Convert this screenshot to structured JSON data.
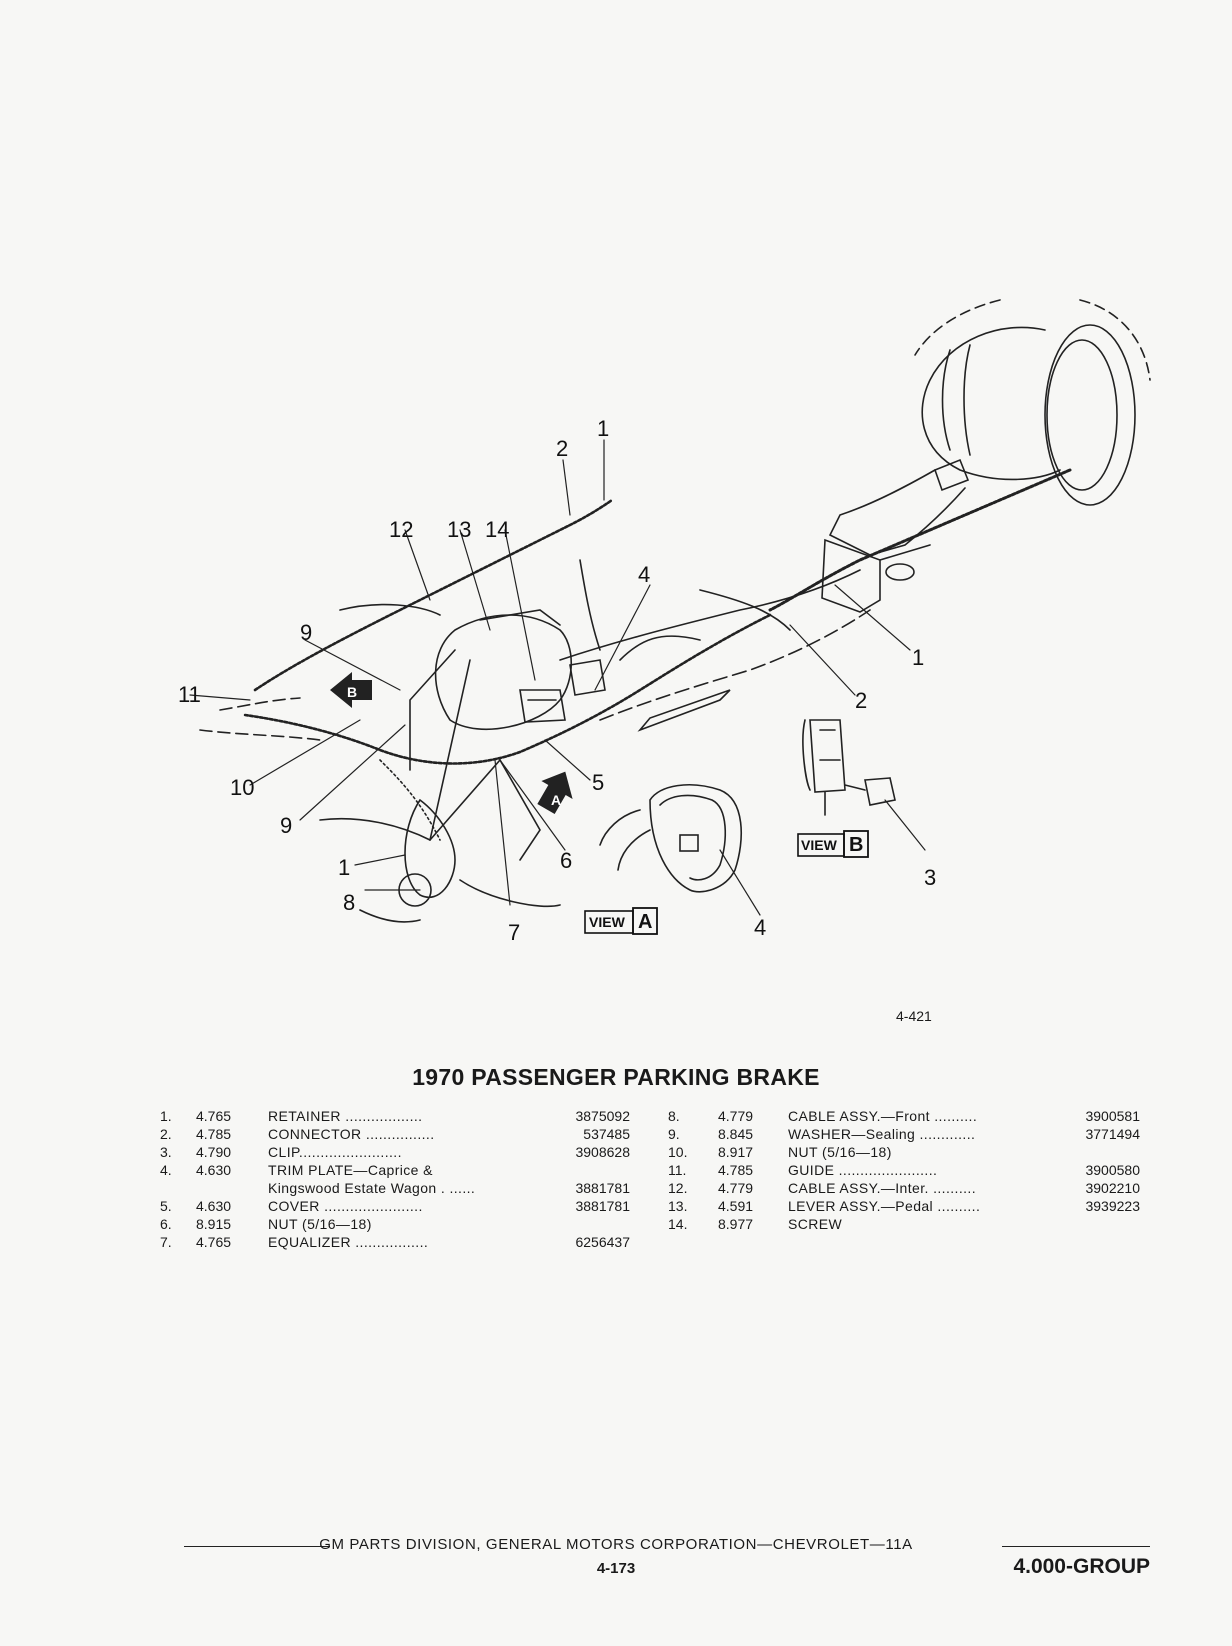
{
  "figure_code": "4-421",
  "title": "1970 PASSENGER PARKING BRAKE",
  "callouts": [
    "1",
    "2",
    "3",
    "4",
    "5",
    "6",
    "7",
    "8",
    "9",
    "10",
    "11",
    "12",
    "13",
    "14"
  ],
  "views": {
    "a_word": "VIEW",
    "a_letter": "A",
    "b_word": "VIEW",
    "b_letter": "B",
    "arrow_a": "A",
    "arrow_b": "B"
  },
  "parts_left": [
    {
      "no": "1.",
      "group": "4.765",
      "name": "RETAINER ..................",
      "pn": "3875092"
    },
    {
      "no": "2.",
      "group": "4.785",
      "name": "CONNECTOR ................",
      "pn": "537485"
    },
    {
      "no": "3.",
      "group": "4.790",
      "name": "CLIP........................",
      "pn": "3908628"
    },
    {
      "no": "4.",
      "group": "4.630",
      "name": "TRIM PLATE—Caprice &",
      "pn": ""
    },
    {
      "no": "",
      "group": "",
      "name": "Kingswood Estate Wagon . ......",
      "pn": "3881781"
    },
    {
      "no": "5.",
      "group": "4.630",
      "name": "COVER .......................",
      "pn": "3881781"
    },
    {
      "no": "6.",
      "group": "8.915",
      "name": "NUT (5/16—18)",
      "pn": ""
    },
    {
      "no": "7.",
      "group": "4.765",
      "name": "EQUALIZER .................",
      "pn": "6256437"
    }
  ],
  "parts_right": [
    {
      "no": "8.",
      "group": "4.779",
      "name": "CABLE ASSY.—Front ..........",
      "pn": "3900581"
    },
    {
      "no": "9.",
      "group": "8.845",
      "name": "WASHER—Sealing .............",
      "pn": "3771494"
    },
    {
      "no": "10.",
      "group": "8.917",
      "name": "NUT (5/16—18)",
      "pn": ""
    },
    {
      "no": "11.",
      "group": "4.785",
      "name": "GUIDE .......................",
      "pn": "3900580"
    },
    {
      "no": "12.",
      "group": "4.779",
      "name": "CABLE ASSY.—Inter. ..........",
      "pn": "3902210"
    },
    {
      "no": "13.",
      "group": "4.591",
      "name": "LEVER ASSY.—Pedal ..........",
      "pn": "3939223"
    },
    {
      "no": "14.",
      "group": "8.977",
      "name": "SCREW",
      "pn": ""
    }
  ],
  "footer": {
    "text": "GM PARTS DIVISION, GENERAL MOTORS CORPORATION—CHEVROLET—11A",
    "page": "4-173",
    "group": "4.000-GROUP"
  }
}
